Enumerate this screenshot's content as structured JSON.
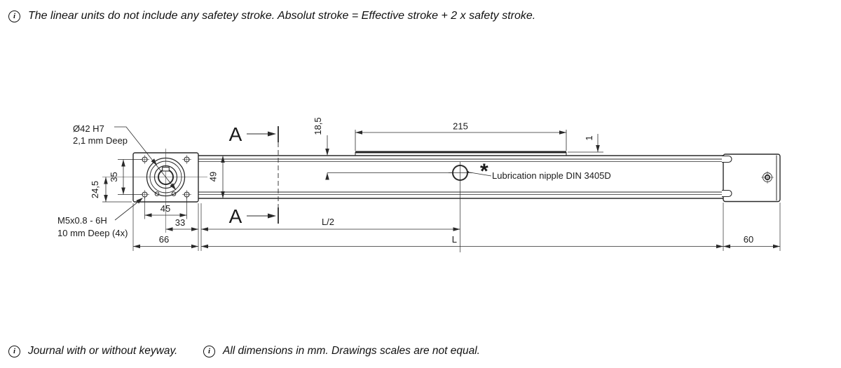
{
  "notes": {
    "top": "The linear units do not include any safetey stroke. Absolut stroke = Effective stroke + 2 x safety stroke.",
    "bottom_left": "Journal with or without keyway.",
    "bottom_right": "All dimensions in mm. Drawings scales are not equal.",
    "info_icon_glyph": "i"
  },
  "labels": {
    "bore_line1": "Ø42 H7",
    "bore_line2": "2,1 mm Deep",
    "thread_line1": "M5x0.8 - 6H",
    "thread_line2": "10 mm Deep (4x)",
    "lubrication_marker": "*",
    "lubrication": "Lubrication nipple DIN 3405D",
    "section": "A"
  },
  "dimensions": {
    "carriage_length": "215",
    "carriage_protrusion": "1",
    "nipple_depth": "18,5",
    "rail_height": "49",
    "hole_spacing_vertical": "35",
    "center_to_bottom": "24,5",
    "hole_spacing_horizontal": "45",
    "center_to_edge": "33",
    "left_end_length": "66",
    "half_stroke_length": "L/2",
    "total_length": "L",
    "right_end_length": "60"
  },
  "colors": {
    "line": "#2a2a2a",
    "text": "#1a1a1a",
    "background": "#ffffff"
  }
}
